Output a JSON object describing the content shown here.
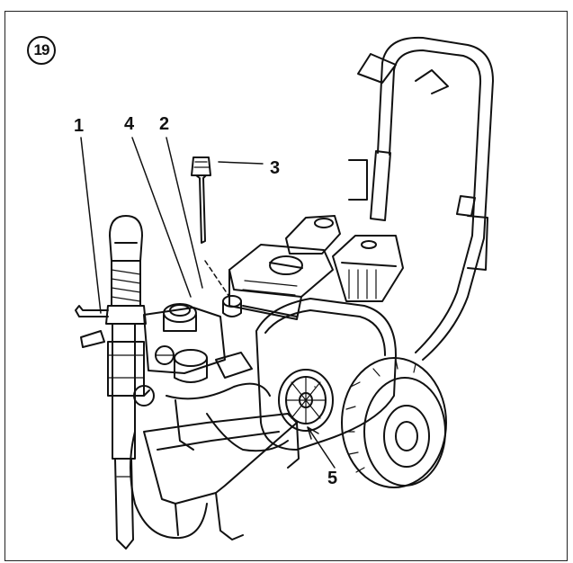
{
  "figure": {
    "number": "19",
    "callouts": [
      "1",
      "2",
      "3",
      "4",
      "5"
    ]
  },
  "colors": {
    "ink": "#111111",
    "background": "#ffffff"
  }
}
